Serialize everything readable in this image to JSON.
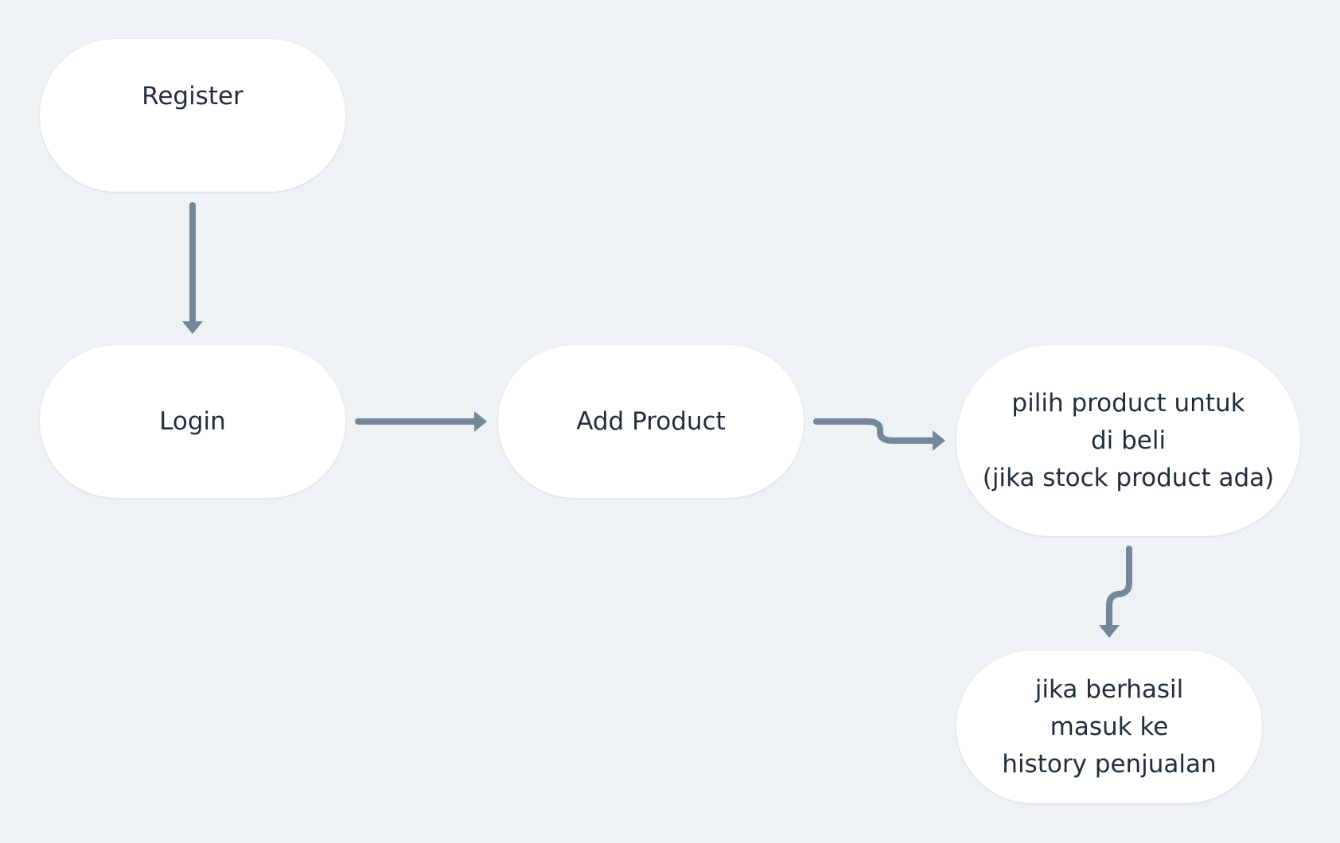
{
  "diagram": {
    "type": "flowchart",
    "background_color": "#eff2f5",
    "node_fill": "#ffffff",
    "text_color": "#1f2d3d",
    "connector_color": "#75879a",
    "nodes": {
      "register": {
        "lines": [
          "Register"
        ]
      },
      "login": {
        "lines": [
          "Login"
        ]
      },
      "add_product": {
        "lines": [
          "Add Product"
        ]
      },
      "pilih_product": {
        "lines": [
          "pilih product untuk",
          "di beli",
          "(jika stock product ada)"
        ]
      },
      "history": {
        "lines": [
          "jika berhasil",
          "masuk ke",
          "history penjualan"
        ]
      }
    },
    "edges": [
      {
        "from": "Register",
        "to": "Login"
      },
      {
        "from": "Login",
        "to": "Add Product"
      },
      {
        "from": "Add Product",
        "to": "pilih product untuk di beli (jika stock product ada)"
      },
      {
        "from": "pilih product untuk di beli (jika stock product ada)",
        "to": "jika berhasil masuk ke history penjualan"
      }
    ]
  }
}
